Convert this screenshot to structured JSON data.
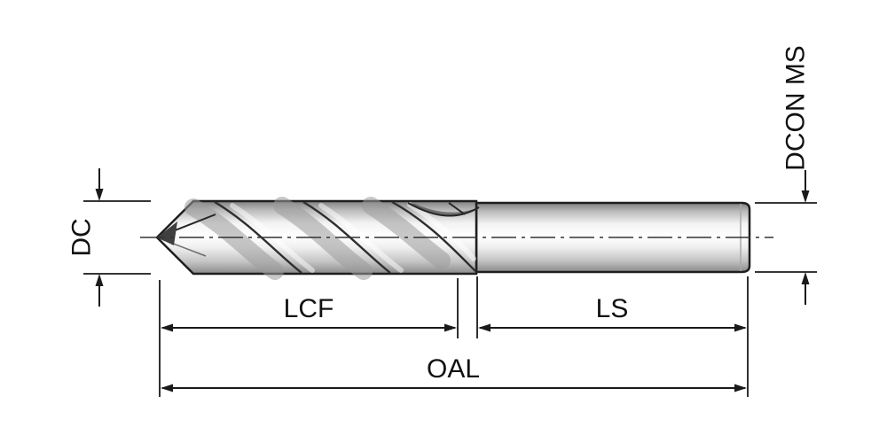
{
  "diagram": {
    "labels": {
      "dc": "DC",
      "dcon_ms": "DCON MS",
      "lcf": "LCF",
      "ls": "LS",
      "oal": "OAL"
    },
    "colors": {
      "line": "#1f1f1f",
      "dimension": "#1a1a1a",
      "metal_dark": "#8a8a8a",
      "metal_mid": "#d9d9d9",
      "metal_light": "#ffffff",
      "background": "#ffffff"
    }
  }
}
